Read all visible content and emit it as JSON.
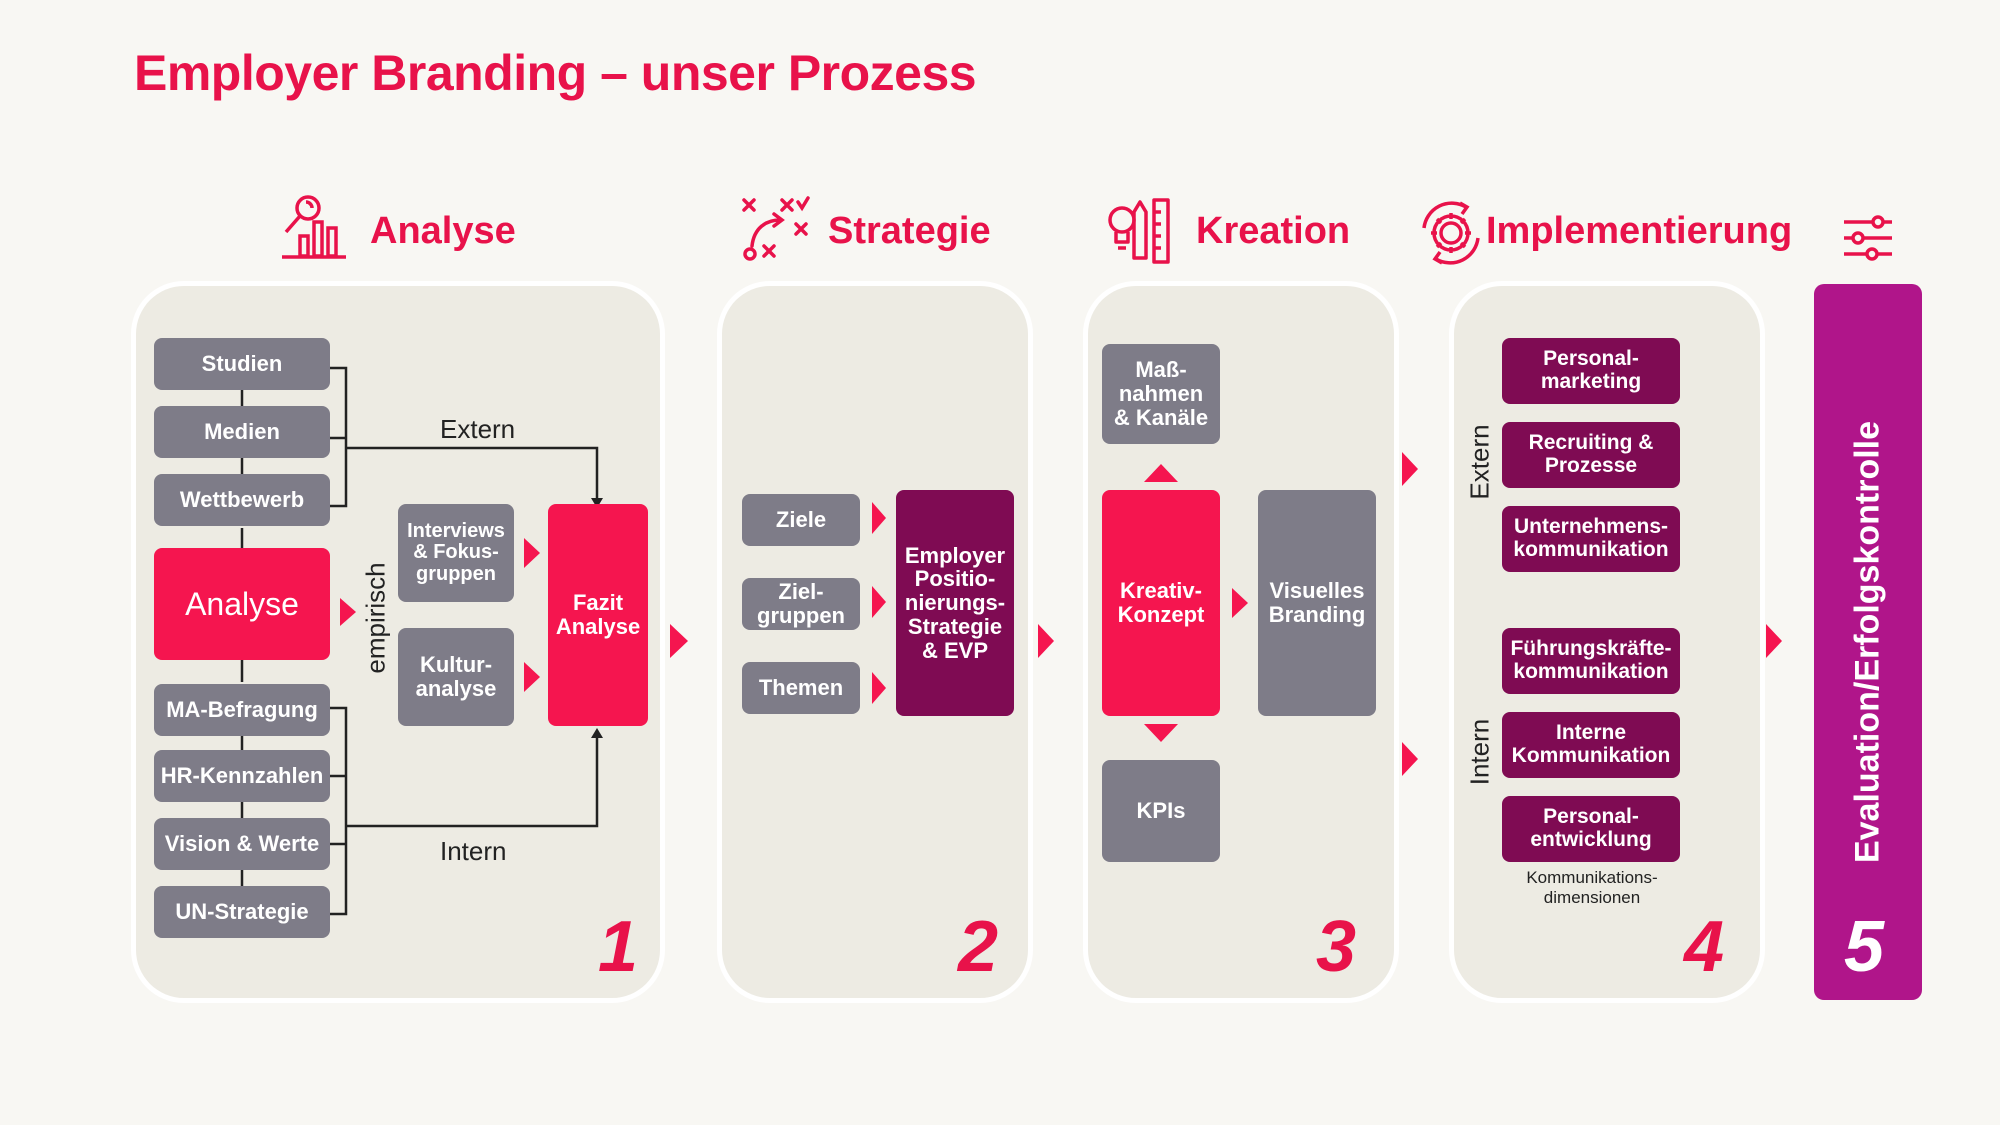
{
  "title": "Employer Branding – unser Prozess",
  "phases": {
    "analyse": "Analyse",
    "strategie": "Strategie",
    "kreation": "Kreation",
    "implementierung": "Implementierung"
  },
  "panel1": {
    "extern_sources": [
      "Studien",
      "Medien",
      "Wettbewerb"
    ],
    "center": "Analyse",
    "intern_sources": [
      "MA-Befragung",
      "HR-Kennzahlen",
      "Vision & Werte",
      "UN-Strategie"
    ],
    "extern_label": "Extern",
    "intern_label": "Intern",
    "empirisch_label": "empirisch",
    "interviews": "Interviews & Fokus-gruppen",
    "kultur": "Kultur-analyse",
    "fazit": "Fazit Analyse",
    "number": "1"
  },
  "panel2": {
    "ziele": "Ziele",
    "zielgruppen": "Ziel-gruppen",
    "themen": "Themen",
    "employer": "Employer Positio-nierungs-Strategie & EVP",
    "number": "2"
  },
  "panel3": {
    "massnahmen": "Maß-nahmen & Kanäle",
    "kreativ": "Kreativ-Konzept",
    "visuelles": "Visuelles Branding",
    "kpis": "KPIs",
    "number": "3"
  },
  "panel4": {
    "extern_label": "Extern",
    "intern_label": "Intern",
    "extern_items": [
      "Personal-marketing",
      "Recruiting & Prozesse",
      "Unternehmens-kommunikation"
    ],
    "intern_items": [
      "Führungskräfte-kommunikation",
      "Interne Kommunikation",
      "Personal-entwicklung"
    ],
    "caption": "Kommunikations-dimensionen",
    "number": "4"
  },
  "panel5": {
    "label": "Evaluation/Erfolgskontrolle",
    "number": "5"
  },
  "icons": [
    "analytics-icon",
    "tactics-icon",
    "creative-tools-icon",
    "gear-cycle-icon",
    "sliders-icon"
  ],
  "colors": {
    "accent": "#e8124a",
    "gray_box": "#7e7c88",
    "red_box": "#f5154f",
    "plum_box": "#7f0b53",
    "eval_bar": "#b0158a",
    "panel": "#edebe3"
  }
}
